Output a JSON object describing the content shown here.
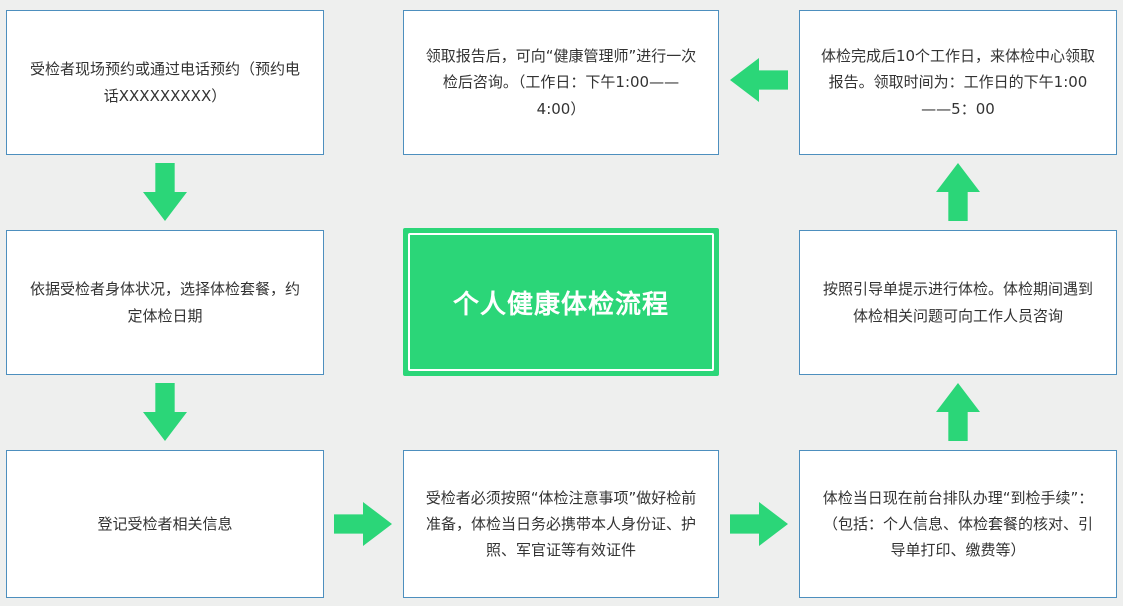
{
  "title": "个人健康体检流程",
  "colors": {
    "accent_green": "#2bd678",
    "box_border": "#4d8fbe",
    "background": "#eeefee"
  },
  "arrows": [
    "down",
    "down",
    "right",
    "right",
    "up",
    "up",
    "left"
  ],
  "steps": {
    "appointment": {
      "text": "受检者现场预约或通过电话预约（预约电话XXXXXXXXX）"
    },
    "package": {
      "text": "依据受检者身体状况，选择体检套餐，约定体检日期"
    },
    "register": {
      "text": "登记受检者相关信息"
    },
    "prepare": {
      "text": "受检者必须按照“体检注意事项”做好检前准备，体检当日务必携带本人身份证、护照、军官证等有效证件"
    },
    "checkin": {
      "text": "体检当日现在前台排队办理“到检手续”：（包括：个人信息、体检套餐的核对、引导单打印、缴费等）"
    },
    "exam": {
      "text": "按照引导单提示进行体检。体检期间遇到体检相关问题可向工作人员咨询"
    },
    "report": {
      "text": "体检完成后10个工作日，来体检中心领取报告。领取时间为：工作日的下午1:00——5：00"
    },
    "consult": {
      "text": "领取报告后，可向“健康管理师”进行一次检后咨询。（工作日：下午1:00——4:00）"
    }
  }
}
